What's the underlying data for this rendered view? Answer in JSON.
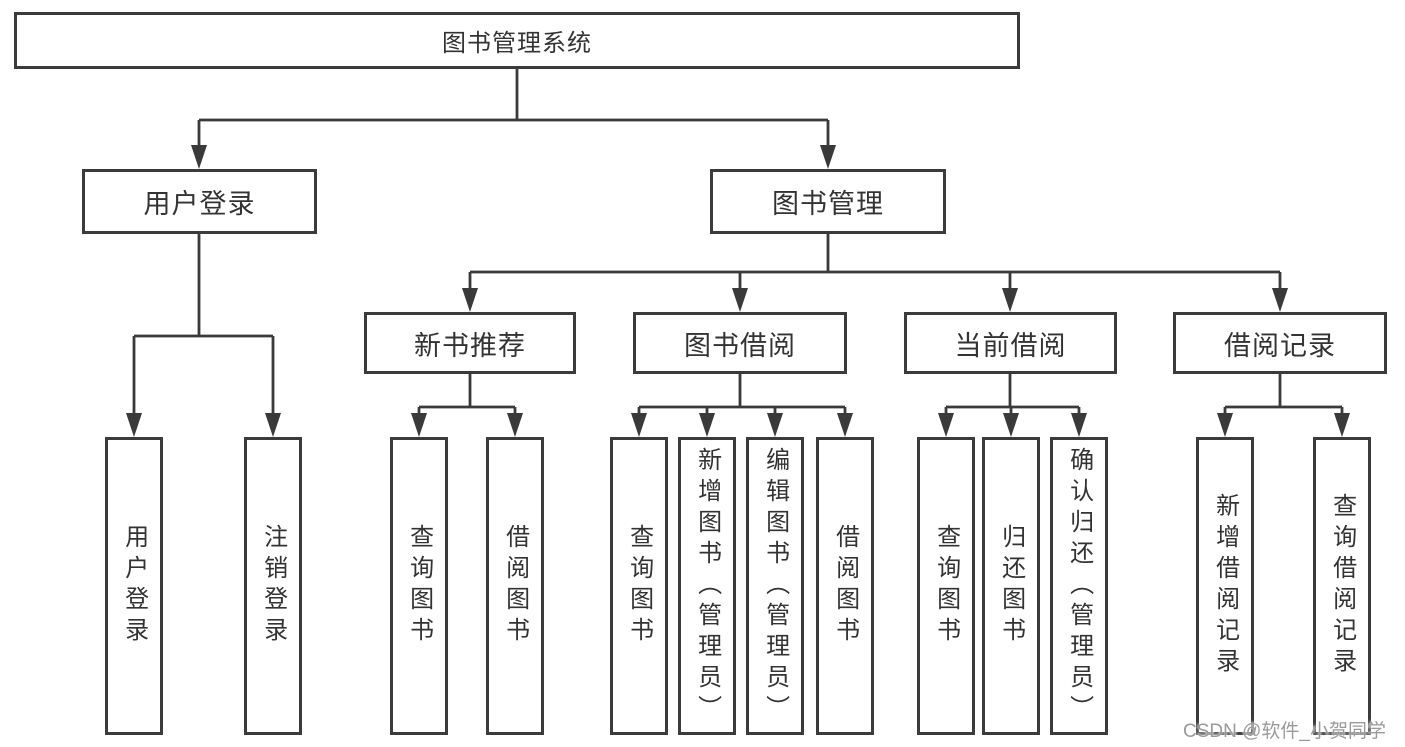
{
  "tree": {
    "root": {
      "label": "图书管理系统"
    },
    "children": [
      {
        "label": "用户登录",
        "children": [
          {
            "label": "用户登录"
          },
          {
            "label": "注销登录"
          }
        ]
      },
      {
        "label": "图书管理",
        "children": [
          {
            "label": "新书推荐",
            "children": [
              {
                "label": "查询图书"
              },
              {
                "label": "借阅图书"
              }
            ]
          },
          {
            "label": "图书借阅",
            "children": [
              {
                "label": "查询图书"
              },
              {
                "label": "新增图书（管理员）"
              },
              {
                "label": "编辑图书（管理员）"
              },
              {
                "label": "借阅图书"
              }
            ]
          },
          {
            "label": "当前借阅",
            "children": [
              {
                "label": "查询图书"
              },
              {
                "label": "归还图书"
              },
              {
                "label": "确认归还（管理员）"
              }
            ]
          },
          {
            "label": "借阅记录",
            "children": [
              {
                "label": "新增借阅记录"
              },
              {
                "label": "查询借阅记录"
              }
            ]
          }
        ]
      }
    ]
  },
  "watermark": {
    "text": "CSDN @软件_小贺同学"
  },
  "colors": {
    "background": "#ffffff",
    "box_border": "#3b3b3b",
    "line": "#3a3a3a",
    "text": "#333333",
    "watermark": "#9a9a9a"
  }
}
